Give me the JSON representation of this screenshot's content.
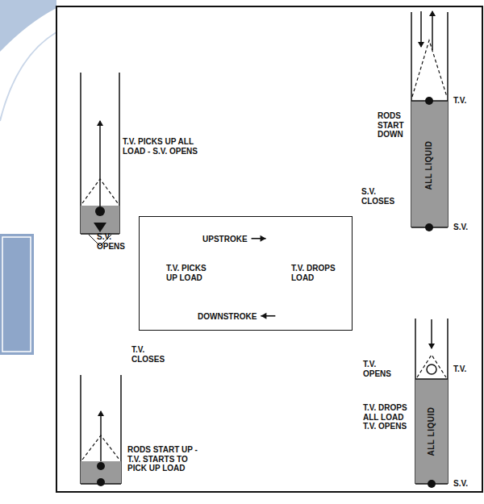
{
  "diagram": {
    "nodes": [
      {
        "text": [
          "UPSTROKE",
          "T.V. PICKS UP LOAD",
          "T.V. DROPS LOAD",
          "DOWNSTROKE"
        ]
      }
    ],
    "labels": [
      "T.V. PICKS UP ALL LOAD - S.V. OPENS",
      "RODS START DOWN",
      "ALL LIQUID",
      "T.V.",
      "S.V. CLOSES",
      "S.V.",
      "S.V. OPENS",
      "T.V. CLOSES",
      "T.V. OPENS",
      "ALL LIQUID",
      "T.V. DROPS ALL LOAD T.V. OPENS",
      "T.V.",
      "S.V.",
      "RODS START UP - T.V. STARTS TO PICK UP LOAD"
    ]
  }
}
